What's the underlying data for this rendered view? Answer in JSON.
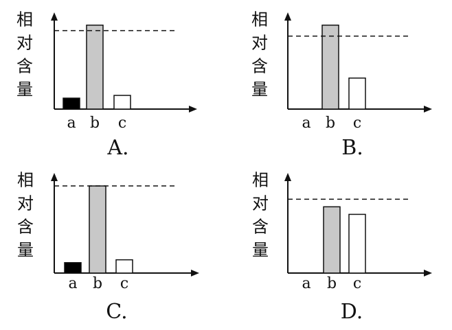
{
  "chart_data": [
    {
      "type": "bar",
      "option_label": "A.",
      "ylabel": "相对含量",
      "categories": [
        "a",
        "b",
        "c"
      ],
      "values": [
        0.12,
        0.92,
        0.15
      ],
      "reference_line": 0.86,
      "ylim": [
        0,
        1
      ],
      "bar_fills": [
        "#000000",
        "#c8c8c8",
        "#ffffff"
      ]
    },
    {
      "type": "bar",
      "option_label": "B.",
      "ylabel": "相对含量",
      "categories": [
        "a",
        "b",
        "c"
      ],
      "values": [
        0.0,
        0.92,
        0.34
      ],
      "reference_line": 0.8,
      "ylim": [
        0,
        1
      ],
      "bar_fills": [
        "#000000",
        "#c8c8c8",
        "#ffffff"
      ]
    },
    {
      "type": "bar",
      "option_label": "C.",
      "ylabel": "相对含量",
      "categories": [
        "a",
        "b",
        "c"
      ],
      "values": [
        0.11,
        0.92,
        0.14
      ],
      "reference_line": 0.92,
      "ylim": [
        0,
        1
      ],
      "bar_fills": [
        "#000000",
        "#c8c8c8",
        "#ffffff"
      ]
    },
    {
      "type": "bar",
      "option_label": "D.",
      "ylabel": "相对含量",
      "categories": [
        "a",
        "b",
        "c"
      ],
      "values": [
        0.0,
        0.7,
        0.62
      ],
      "reference_line": 0.78,
      "ylim": [
        0,
        1
      ],
      "bar_fills": [
        "#000000",
        "#c8c8c8",
        "#ffffff"
      ]
    }
  ]
}
